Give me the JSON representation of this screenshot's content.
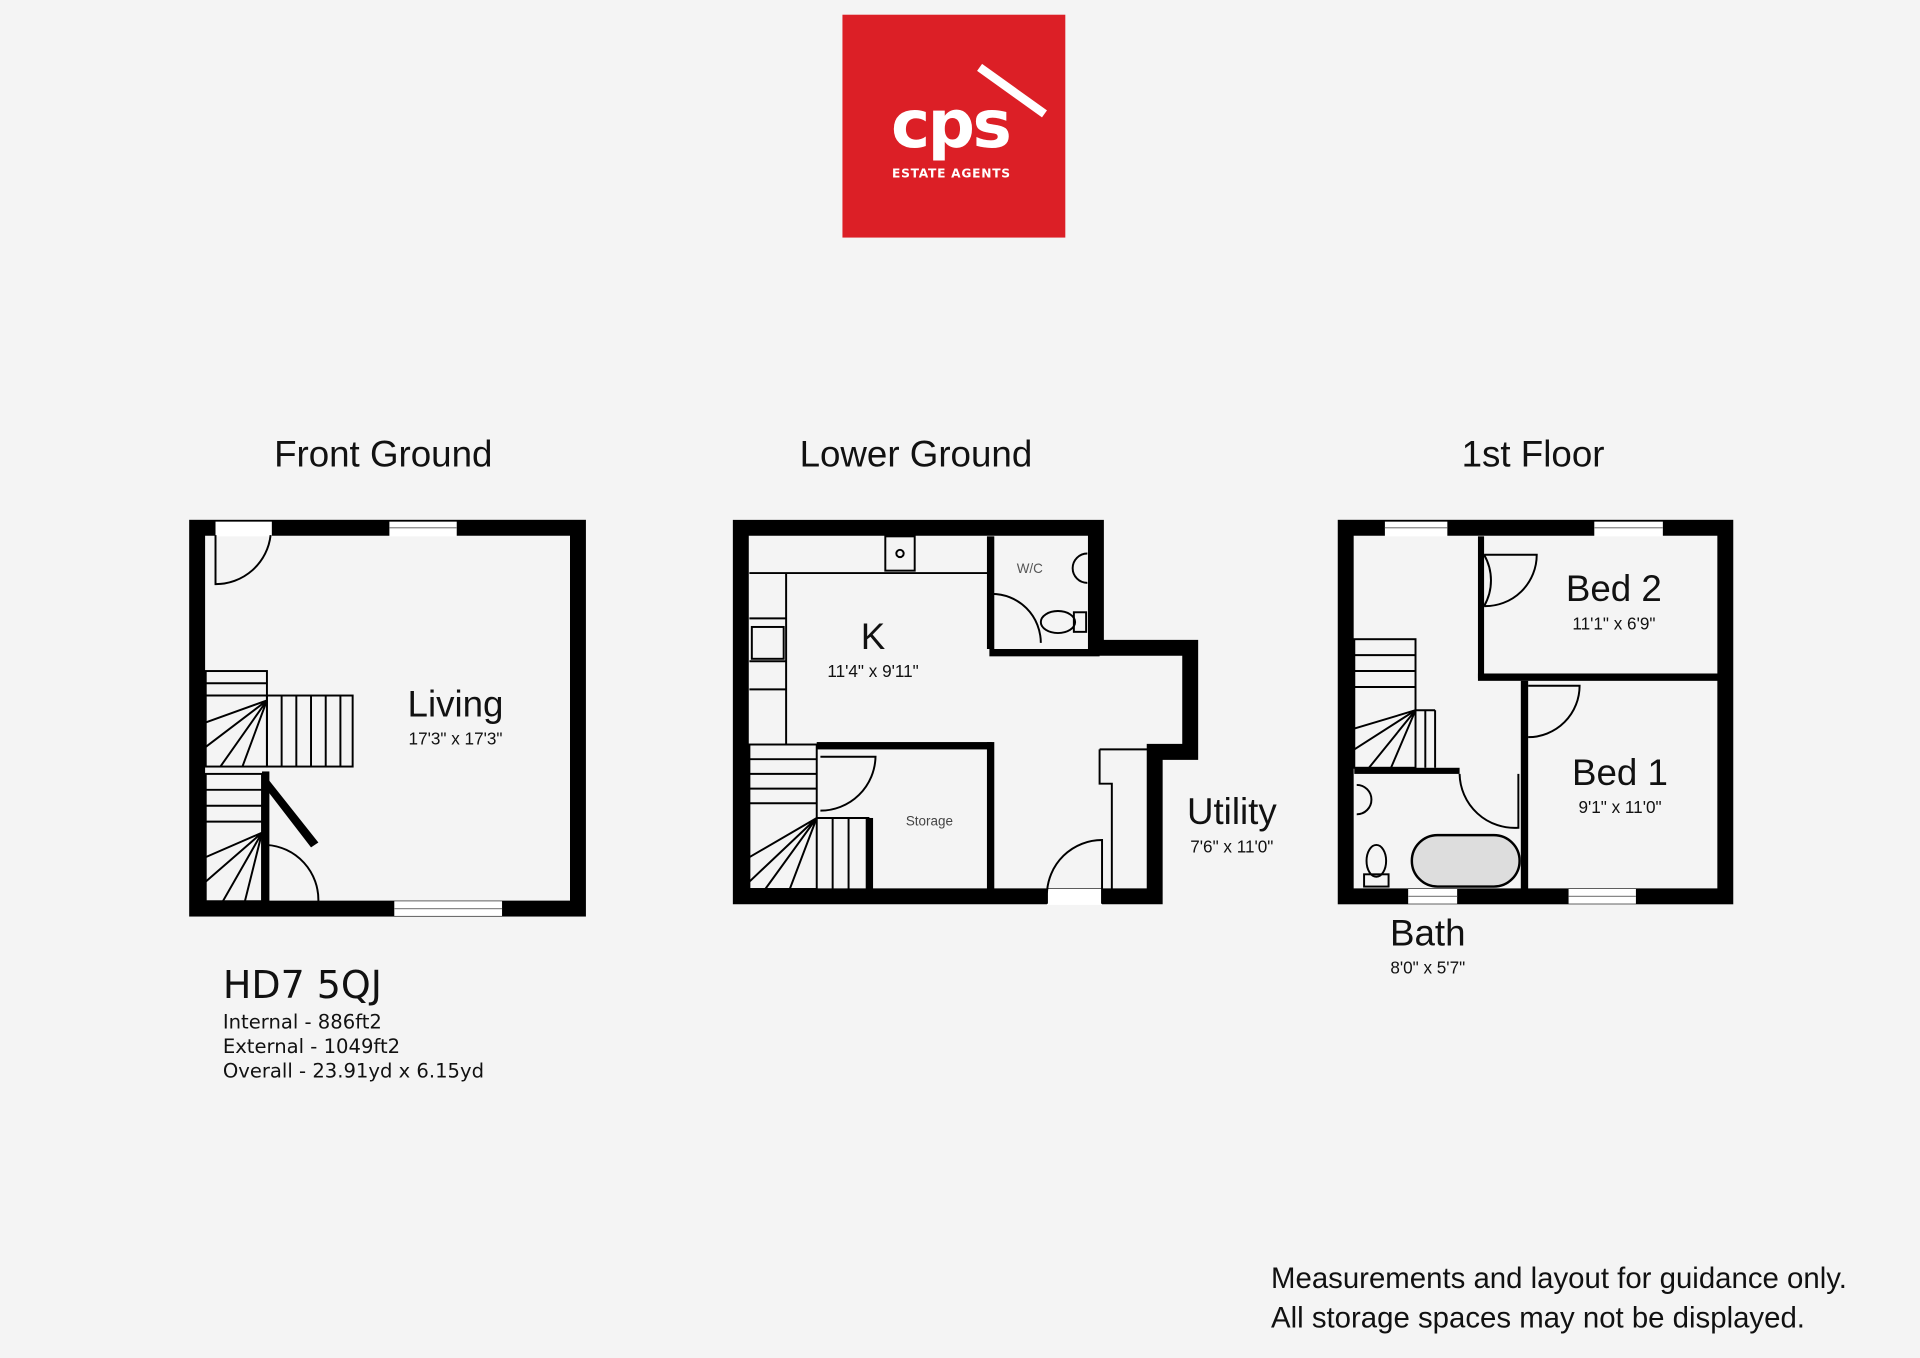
{
  "logo": {
    "brand": "cps",
    "tagline": "ESTATE AGENTS",
    "color": "#dc1f26"
  },
  "floors": [
    {
      "title": "Front Ground",
      "rooms": [
        {
          "name": "Living",
          "size": "17'3\" x 17'3\""
        }
      ]
    },
    {
      "title": "Lower Ground",
      "rooms": [
        {
          "name": "K",
          "size": "11'4\" x 9'11\""
        },
        {
          "name": "W/C"
        },
        {
          "name": "Storage"
        },
        {
          "name": "Utility",
          "size": "7'6\" x 11'0\""
        }
      ]
    },
    {
      "title": "1st Floor",
      "rooms": [
        {
          "name": "Bed 2",
          "size": "11'1\" x 6'9\""
        },
        {
          "name": "Bed 1",
          "size": "9'1\" x 11'0\""
        },
        {
          "name": "Bath",
          "size": "8'0\" x 5'7\""
        }
      ]
    }
  ],
  "property": {
    "postcode": "HD7 5QJ",
    "internal": "Internal - 886ft2",
    "external": "External - 1049ft2",
    "overall": "Overall - 23.91yd x 6.15yd"
  },
  "disclaimer": {
    "line1": "Measurements and layout for guidance only.",
    "line2": "All storage spaces may not be displayed."
  }
}
